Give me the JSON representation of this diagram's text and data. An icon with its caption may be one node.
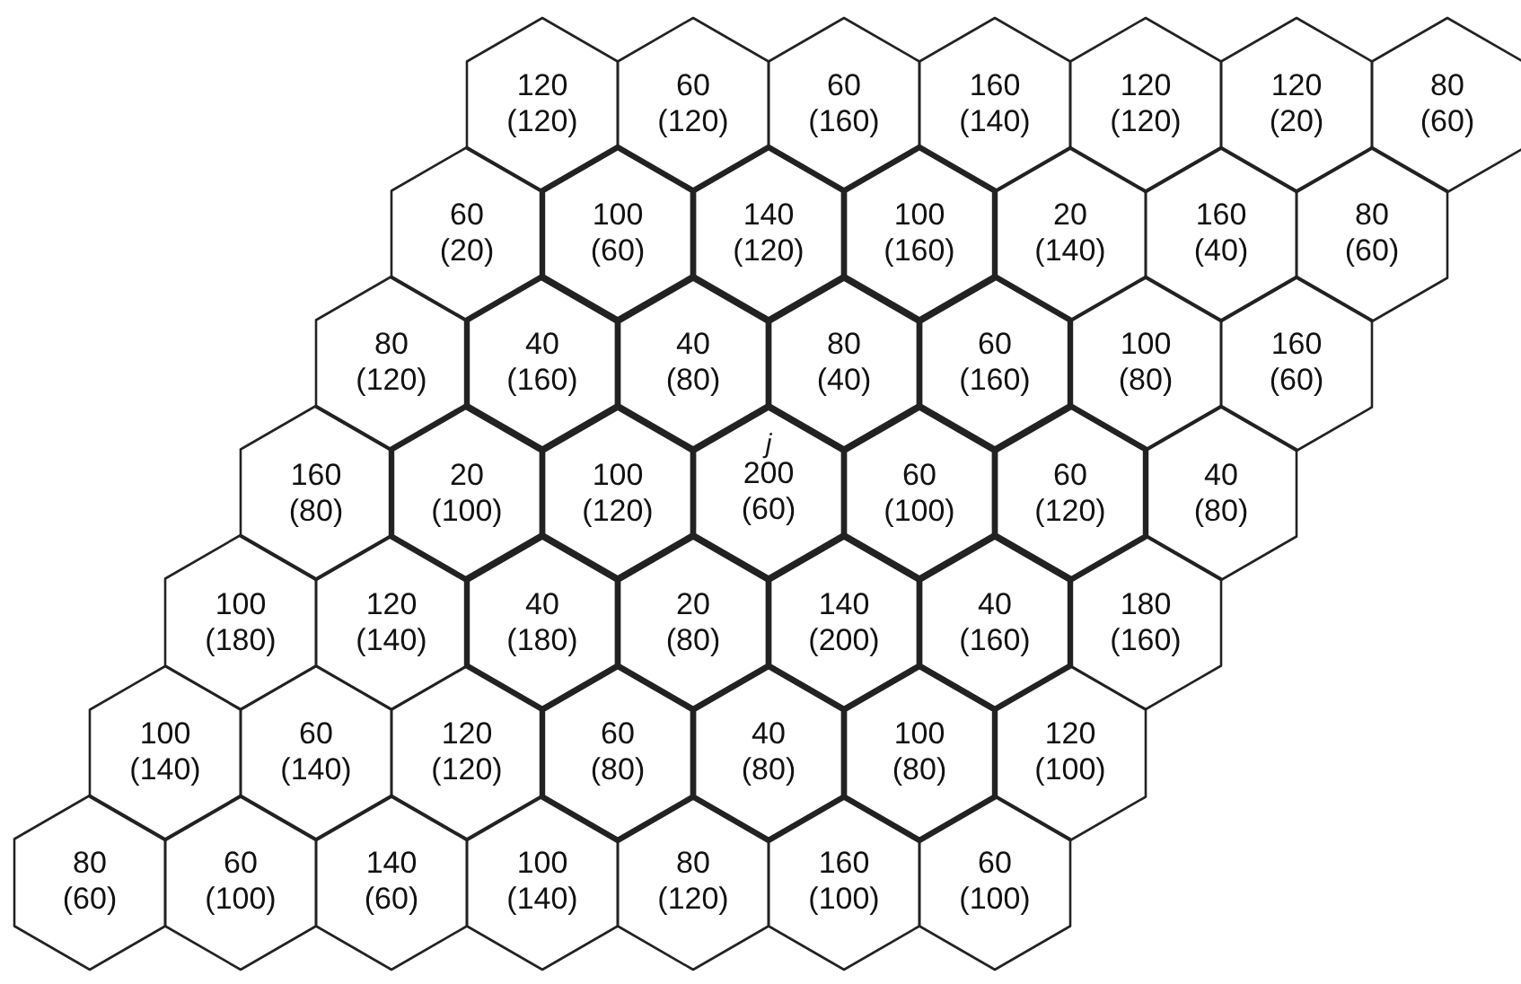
{
  "diagram": {
    "nodes": [
      {
        "text": [
          "120",
          "(120)"
        ]
      },
      {
        "text": [
          "60",
          "(120)"
        ]
      },
      {
        "text": [
          "60",
          "(160)"
        ]
      },
      {
        "text": [
          "160",
          "(140)"
        ]
      },
      {
        "text": [
          "120",
          "(120)"
        ]
      },
      {
        "text": [
          "120",
          "(20)"
        ]
      },
      {
        "text": [
          "80",
          "(60)"
        ]
      },
      {
        "text": [
          "60",
          "(20)"
        ]
      },
      {
        "text": [
          "100",
          "(60)"
        ]
      },
      {
        "text": [
          "140",
          "(120)"
        ]
      },
      {
        "text": [
          "100",
          "(160)"
        ]
      },
      {
        "text": [
          "20",
          "(140)"
        ]
      },
      {
        "text": [
          "160",
          "(40)"
        ]
      },
      {
        "text": [
          "80",
          "(60)"
        ]
      },
      {
        "text": [
          "80",
          "(120)"
        ]
      },
      {
        "text": [
          "40",
          "(160)"
        ]
      },
      {
        "text": [
          "40",
          "(80)"
        ]
      },
      {
        "text": [
          "80",
          "(40)"
        ]
      },
      {
        "text": [
          "60",
          "(160)"
        ]
      },
      {
        "text": [
          "100",
          "(80)"
        ]
      },
      {
        "text": [
          "160",
          "(60)"
        ]
      },
      {
        "text": [
          "160",
          "(80)"
        ]
      },
      {
        "text": [
          "20",
          "(100)"
        ]
      },
      {
        "text": [
          "100",
          "(120)"
        ]
      },
      {
        "text": [
          "j",
          "200",
          "(60)"
        ]
      },
      {
        "text": [
          "60",
          "(100)"
        ]
      },
      {
        "text": [
          "60",
          "(120)"
        ]
      },
      {
        "text": [
          "40",
          "(80)"
        ]
      },
      {
        "text": [
          "100",
          "(180)"
        ]
      },
      {
        "text": [
          "120",
          "(140)"
        ]
      },
      {
        "text": [
          "40",
          "(180)"
        ]
      },
      {
        "text": [
          "20",
          "(80)"
        ]
      },
      {
        "text": [
          "140",
          "(200)"
        ]
      },
      {
        "text": [
          "40",
          "(160)"
        ]
      },
      {
        "text": [
          "180",
          "(160)"
        ]
      },
      {
        "text": [
          "100",
          "(140)"
        ]
      },
      {
        "text": [
          "60",
          "(140)"
        ]
      },
      {
        "text": [
          "120",
          "(120)"
        ]
      },
      {
        "text": [
          "60",
          "(80)"
        ]
      },
      {
        "text": [
          "40",
          "(80)"
        ]
      },
      {
        "text": [
          "100",
          "(80)"
        ]
      },
      {
        "text": [
          "120",
          "(100)"
        ]
      },
      {
        "text": [
          "80",
          "(60)"
        ]
      },
      {
        "text": [
          "60",
          "(100)"
        ]
      },
      {
        "text": [
          "140",
          "(60)"
        ]
      },
      {
        "text": [
          "100",
          "(140)"
        ]
      },
      {
        "text": [
          "80",
          "(120)"
        ]
      },
      {
        "text": [
          "160",
          "(100)"
        ]
      },
      {
        "text": [
          "60",
          "(100)"
        ]
      }
    ]
  }
}
